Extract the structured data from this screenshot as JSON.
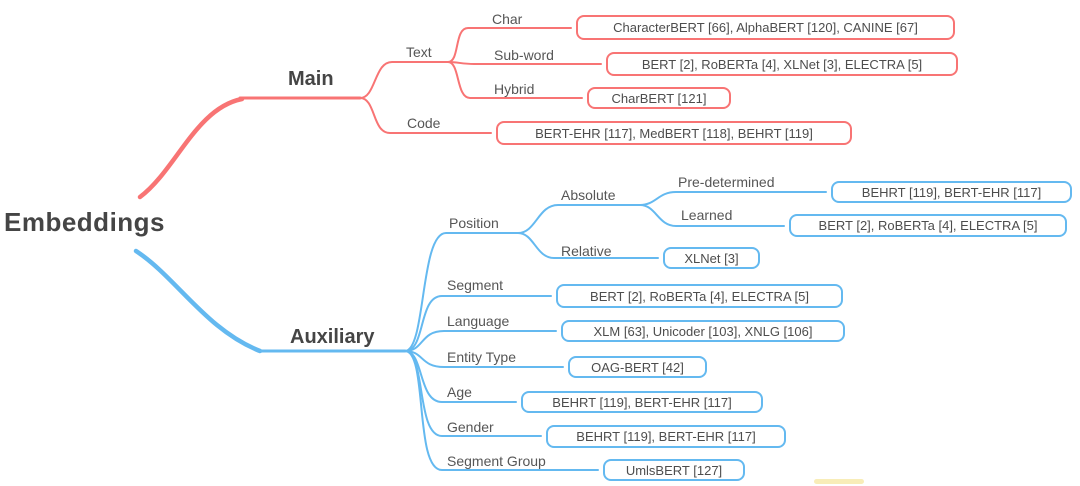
{
  "diagram": {
    "root": {
      "label": "Embeddings"
    },
    "colors": {
      "main_branch": "#f87474",
      "auxiliary_branch": "#64b9f0",
      "node_text": "#565656",
      "heading_text": "#454545",
      "box_text": "#4d4d4d",
      "background": "#ffffff"
    },
    "branches": [
      {
        "label": "Main",
        "children": [
          {
            "label": "Text",
            "children": [
              {
                "label": "Char",
                "box": "CharacterBERT [66], AlphaBERT [120], CANINE [67]"
              },
              {
                "label": "Sub-word",
                "box": "BERT [2], RoBERTa [4], XLNet [3], ELECTRA [5]"
              },
              {
                "label": "Hybrid",
                "box": "CharBERT [121]"
              }
            ]
          },
          {
            "label": "Code",
            "box": "BERT-EHR [117], MedBERT [118], BEHRT [119]"
          }
        ]
      },
      {
        "label": "Auxiliary",
        "children": [
          {
            "label": "Position",
            "children": [
              {
                "label": "Absolute",
                "children": [
                  {
                    "label": "Pre-determined",
                    "box": "BEHRT [119], BERT-EHR [117]"
                  },
                  {
                    "label": "Learned",
                    "box": "BERT [2], RoBERTa [4], ELECTRA [5]"
                  }
                ]
              },
              {
                "label": "Relative",
                "box": "XLNet [3]"
              }
            ]
          },
          {
            "label": "Segment",
            "box": "BERT [2], RoBERTa [4], ELECTRA [5]"
          },
          {
            "label": "Language",
            "box": "XLM [63], Unicoder [103], XNLG [106]"
          },
          {
            "label": "Entity Type",
            "box": "OAG-BERT [42]"
          },
          {
            "label": "Age",
            "box": "BEHRT [119], BERT-EHR [117]"
          },
          {
            "label": "Gender",
            "box": "BEHRT [119], BERT-EHR [117]"
          },
          {
            "label": "Segment Group",
            "box": "UmlsBERT [127]"
          }
        ]
      }
    ]
  }
}
